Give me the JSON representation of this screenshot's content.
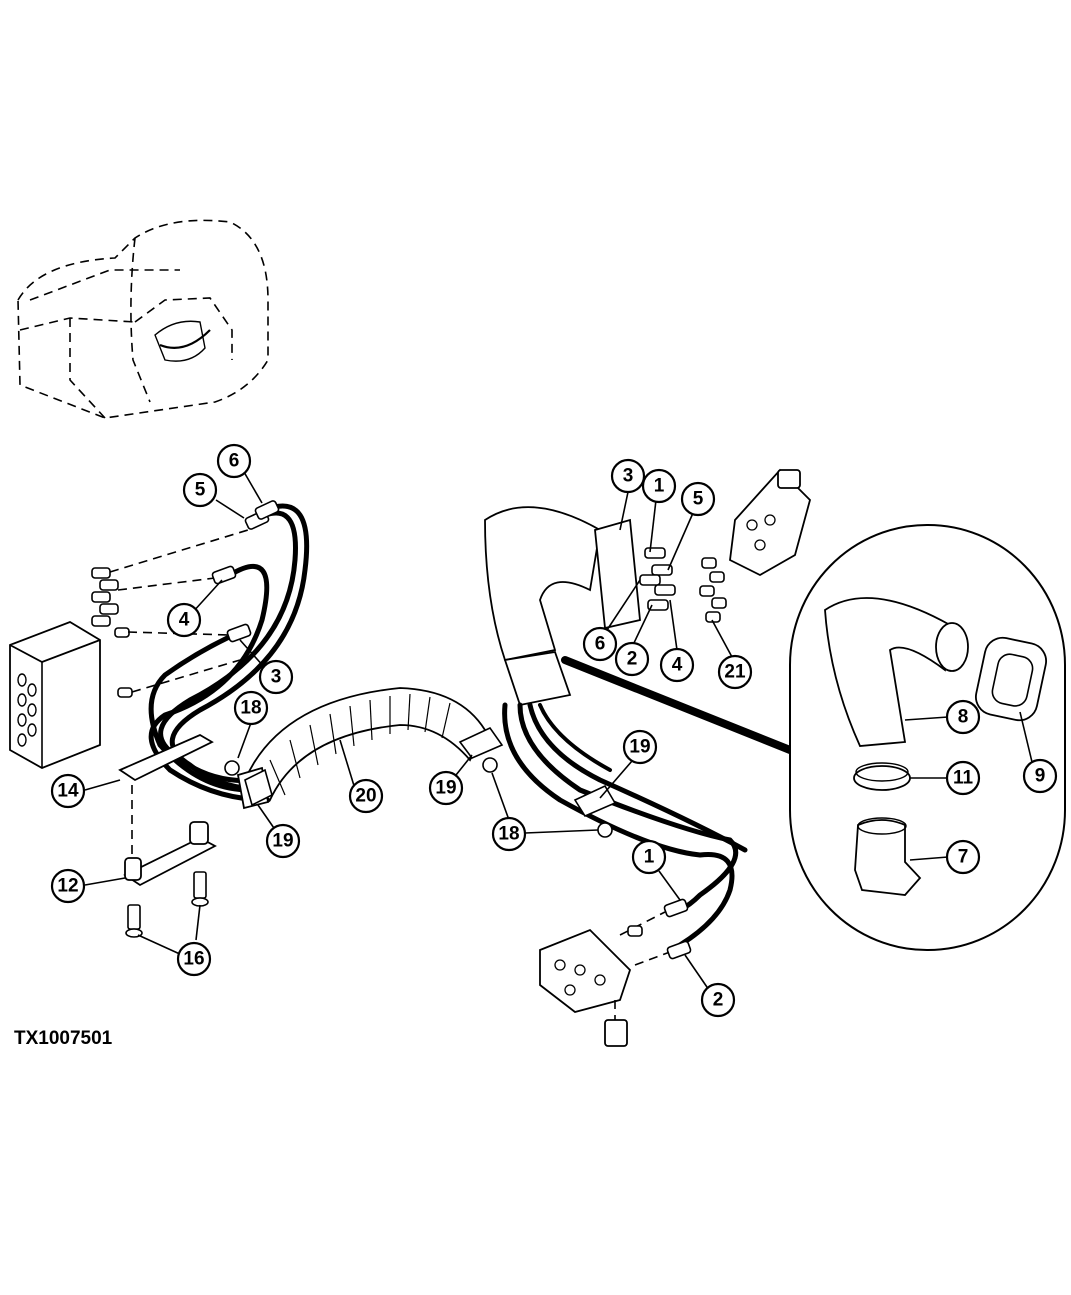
{
  "figure_id": "TX1007501",
  "callouts": [
    {
      "label": "6"
    },
    {
      "label": "5"
    },
    {
      "label": "4"
    },
    {
      "label": "3"
    },
    {
      "label": "18"
    },
    {
      "label": "14"
    },
    {
      "label": "19"
    },
    {
      "label": "20"
    },
    {
      "label": "12"
    },
    {
      "label": "16"
    },
    {
      "label": "3"
    },
    {
      "label": "1"
    },
    {
      "label": "5"
    },
    {
      "label": "6"
    },
    {
      "label": "2"
    },
    {
      "label": "4"
    },
    {
      "label": "21"
    },
    {
      "label": "19"
    },
    {
      "label": "19"
    },
    {
      "label": "18"
    },
    {
      "label": "1"
    },
    {
      "label": "2"
    },
    {
      "label": "8"
    },
    {
      "label": "9"
    },
    {
      "label": "11"
    },
    {
      "label": "7"
    }
  ]
}
